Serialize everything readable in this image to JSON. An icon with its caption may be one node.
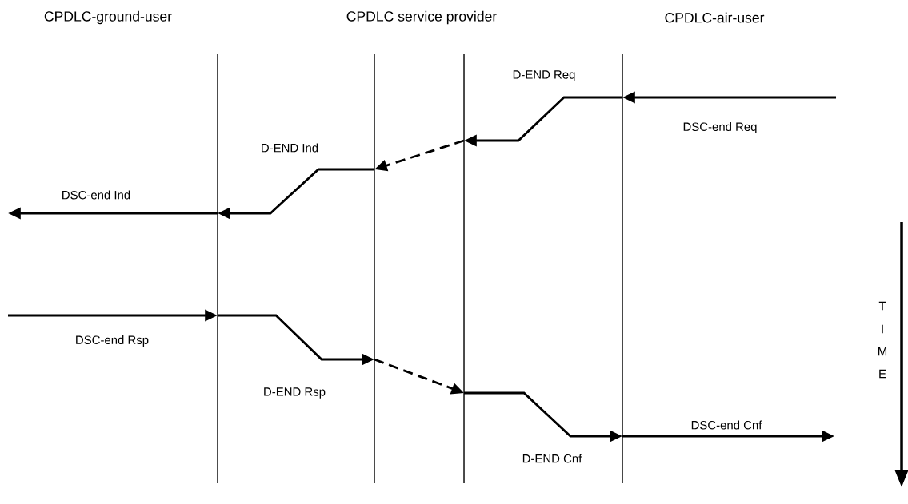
{
  "diagram": {
    "nodes": [
      {
        "text": [],
        "shape": "bar"
      },
      {
        "text": [],
        "shape": "bar"
      },
      {
        "text": [],
        "shape": "bar"
      },
      {
        "text": [],
        "shape": "bar"
      }
    ],
    "edges": [
      {
        "from": null,
        "to": 3,
        "arrow": "to",
        "label": "DSC-end Req"
      },
      {
        "from": 3,
        "to": 2,
        "arrow": "to",
        "label": "D-END Req"
      },
      {
        "from": 2,
        "to": 1,
        "arrow": "to",
        "style": "dashed"
      },
      {
        "from": 1,
        "to": 0,
        "arrow": "to",
        "label": "D-END Ind"
      },
      {
        "from": 0,
        "to": null,
        "arrow": "to",
        "label": "DSC-end Ind"
      },
      {
        "from": null,
        "to": 0,
        "arrow": "to",
        "label": "DSC-end Rsp"
      },
      {
        "from": 0,
        "to": 1,
        "arrow": "to",
        "label": "D-END Rsp"
      },
      {
        "from": 1,
        "to": 2,
        "arrow": "to",
        "style": "dashed"
      },
      {
        "from": 2,
        "to": 3,
        "arrow": "to",
        "label": "D-END Cnf"
      },
      {
        "from": 3,
        "to": null,
        "arrow": "to",
        "label": "DSC-end Cnf"
      }
    ],
    "labels": [
      "CPDLC-ground-user",
      "CPDLC service provider",
      "CPDLC-air-user",
      "T",
      "I",
      "M",
      "E"
    ]
  }
}
